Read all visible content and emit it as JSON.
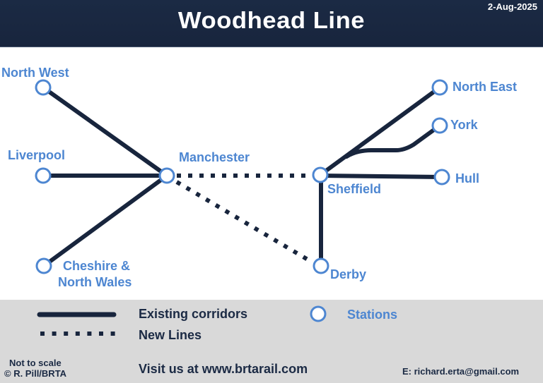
{
  "header": {
    "title": "Woodhead Line",
    "date": "2-Aug-2025"
  },
  "colors": {
    "header_bg": "#1b2a44",
    "line": "#18253d",
    "station": "#4d86d1",
    "footer_bg": "#d9d9d9"
  },
  "stations": {
    "north_west": "North West",
    "liverpool": "Liverpool",
    "cheshire_line1": "Cheshire &",
    "cheshire_line2": "North Wales",
    "manchester": "Manchester",
    "sheffield": "Sheffield",
    "derby": "Derby",
    "north_east": "North East",
    "york": "York",
    "hull": "Hull"
  },
  "routes": {
    "existing": [
      [
        "North West",
        "Manchester"
      ],
      [
        "Liverpool",
        "Manchester"
      ],
      [
        "Cheshire & North Wales",
        "Manchester"
      ],
      [
        "Sheffield",
        "North East"
      ],
      [
        "Sheffield",
        "York"
      ],
      [
        "Sheffield",
        "Hull"
      ],
      [
        "Sheffield",
        "Derby"
      ]
    ],
    "new": [
      [
        "Manchester",
        "Sheffield"
      ],
      [
        "Manchester",
        "Derby"
      ]
    ]
  },
  "legend": {
    "existing": "Existing corridors",
    "new": "New Lines",
    "stations": "Stations"
  },
  "footer": {
    "not_to_scale": "Not to scale",
    "copyright": "© R. Pill/BRTA",
    "visit": "Visit us at www.brtarail.com",
    "email": "E: richard.erta@gmail.com"
  }
}
